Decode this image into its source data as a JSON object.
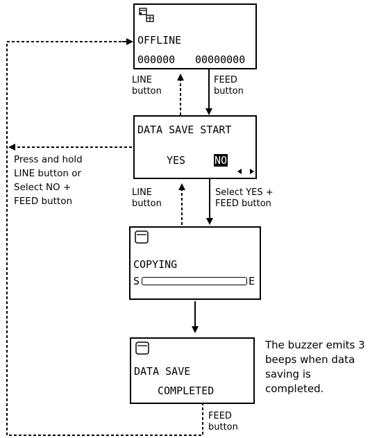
{
  "screens": {
    "offline": {
      "status_icon": "printer-status-icon",
      "title": "OFFLINE",
      "counter_left": "000000",
      "counter_right": "00000000"
    },
    "data_save_start": {
      "title": "DATA SAVE START",
      "option_yes": "YES",
      "option_no": "NO",
      "selector_icon": "left-right-arrows-icon"
    },
    "copying": {
      "status_icon": "memory-card-icon",
      "title": "COPYING",
      "progress_start": "S",
      "progress_end": "E"
    },
    "completed": {
      "status_icon": "memory-card-icon",
      "line1": "DATA SAVE",
      "line2": "COMPLETED"
    }
  },
  "labels": {
    "line_button_1": "LINE\nbutton",
    "feed_button_1": "FEED\nbutton",
    "press_hold": "Press and hold\nLINE button or\nSelect NO +\nFEED button",
    "line_button_2": "LINE\nbutton",
    "select_yes": "Select YES +\nFEED button",
    "feed_button_3": "FEED\nbutton"
  },
  "annotation": "The buzzer emits 3 beeps when data saving is completed."
}
